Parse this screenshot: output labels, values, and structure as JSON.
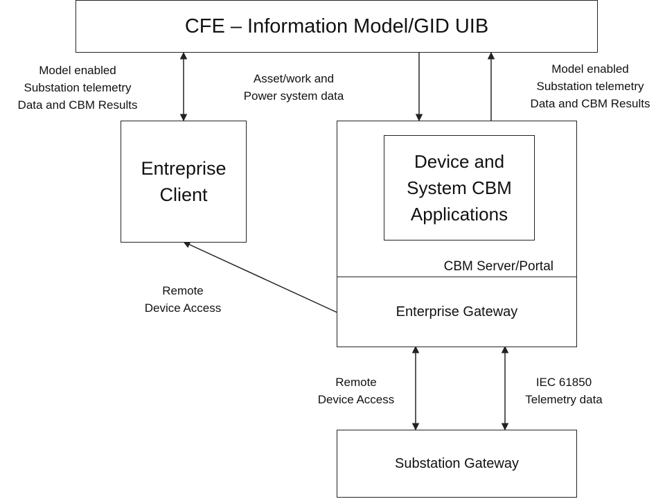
{
  "nodes": {
    "top": {
      "title": "CFE – Information Model/GID UIB"
    },
    "client": {
      "title": "Entreprise\nClient"
    },
    "cbm_apps": {
      "title": "Device and\nSystem CBM\nApplications"
    },
    "server": {
      "title": "CBM Server/Portal"
    },
    "ent_gateway": {
      "title": "Enterprise Gateway"
    },
    "sub_gateway": {
      "title": "Substation Gateway"
    }
  },
  "edge_labels": {
    "left_model": "Model enabled\nSubstation telemetry\nData and CBM Results",
    "asset_work": "Asset/work and\nPower system data",
    "right_model": "Model enabled\nSubstation telemetry\nData and CBM Results",
    "remote_access_client": "Remote\nDevice Access",
    "remote_access_sub": "Remote\nDevice Access",
    "iec_telemetry": "IEC 61850\nTelemetry data"
  }
}
